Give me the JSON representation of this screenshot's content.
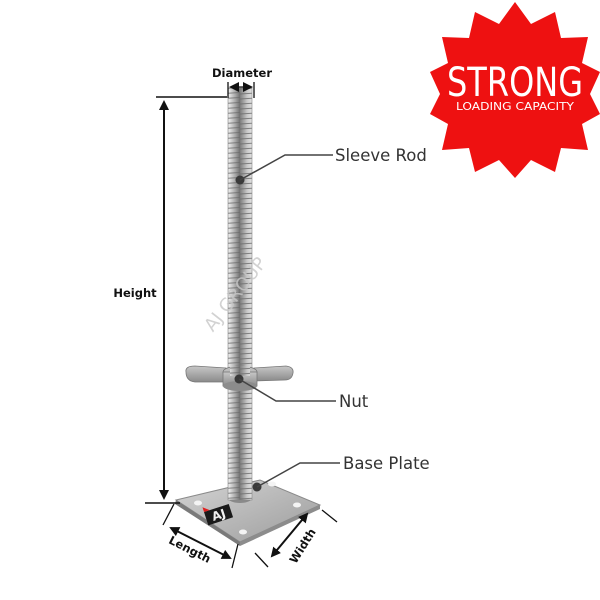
{
  "badge": {
    "title": "STRONG",
    "subtitle": "LOADING CAPACITY",
    "color": "#ee1111"
  },
  "dimensions": {
    "diameter": "Diameter",
    "height": "Height",
    "length": "Length",
    "width": "Width"
  },
  "callouts": {
    "sleeve_rod": "Sleeve Rod",
    "nut": "Nut",
    "base_plate": "Base Plate"
  },
  "watermark": "AJ GROUP",
  "logo": "AJ"
}
